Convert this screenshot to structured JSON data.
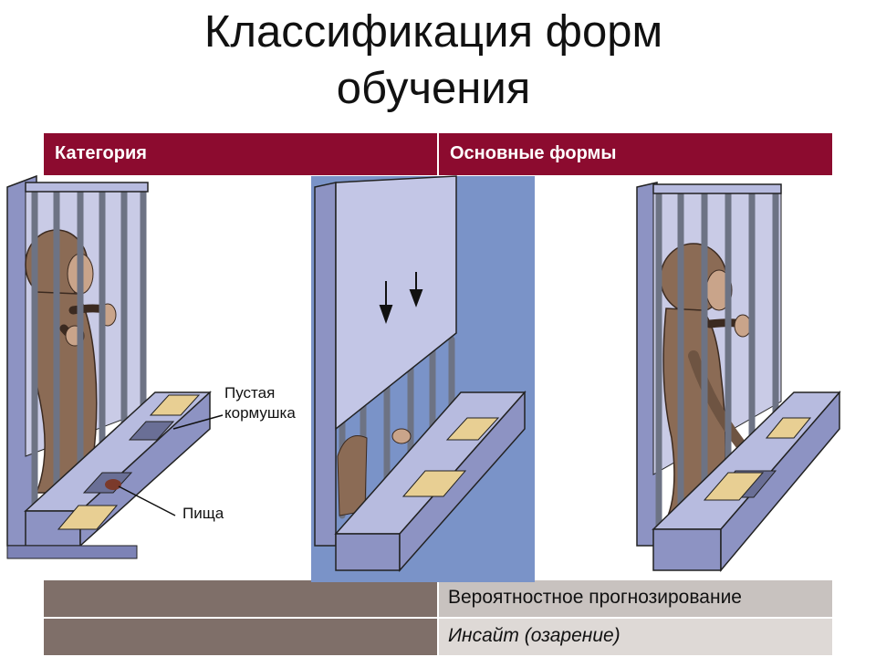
{
  "slide": {
    "title_line1": "Классификация форм",
    "title_line2": "обучения"
  },
  "table": {
    "headers": [
      "Категория",
      "Основные формы"
    ],
    "rows": [
      {
        "category": "",
        "form": "Вероятностное прогнозирование"
      },
      {
        "category": "",
        "form": "Инсайт (озарение)"
      }
    ]
  },
  "illustration": {
    "label_empty_feeder": [
      "Пустая",
      "кормушка"
    ],
    "label_food": "Пища"
  },
  "colors": {
    "header": "#8c0b2f",
    "cage_panel": "#8d93c3",
    "cage_light": "#b7bbdf",
    "screen_blue": "#7a93c8",
    "board": "#e8cf93"
  }
}
